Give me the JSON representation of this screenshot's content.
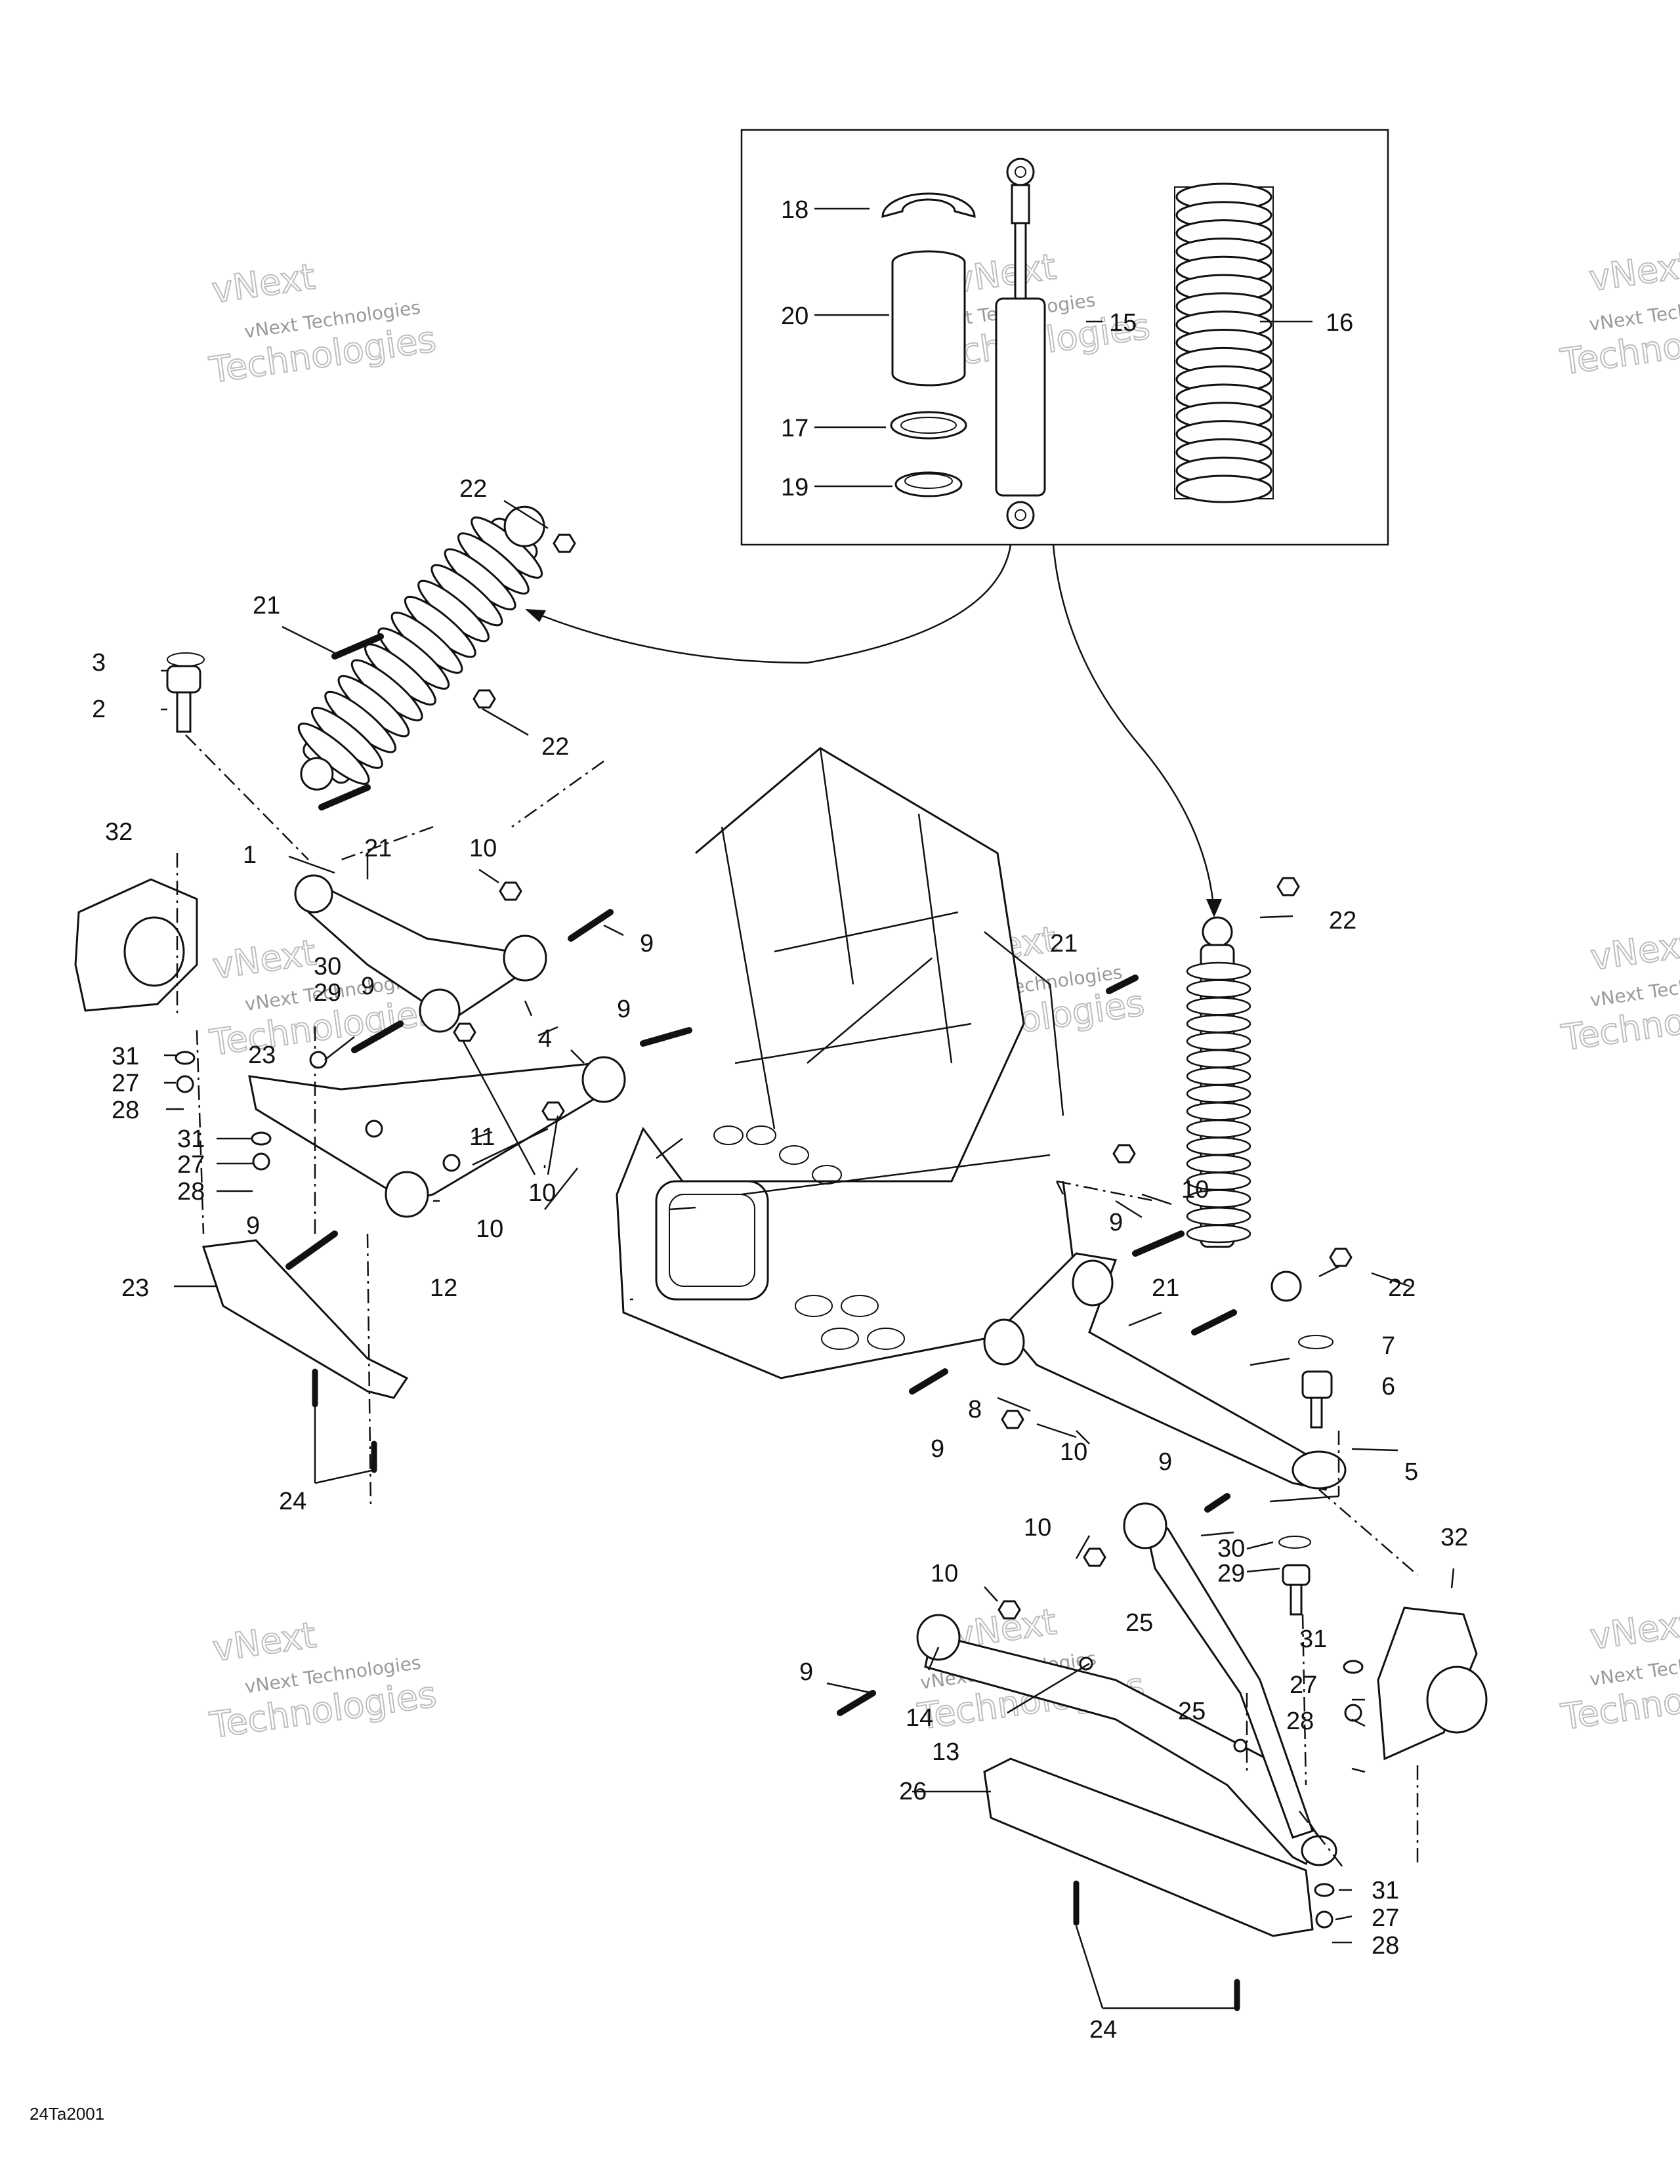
{
  "diagram_code": "24Ta2001",
  "watermark": {
    "line1": "vNext Technologies",
    "line2": "vNext",
    "line3": "Technologies"
  },
  "callouts": {
    "c1": "1",
    "c2": "2",
    "c3": "3",
    "c4": "4",
    "c5": "5",
    "c6": "6",
    "c7": "7",
    "c8": "8",
    "c9": "9",
    "c10": "10",
    "c11": "11",
    "c12": "12",
    "c13": "13",
    "c14": "14",
    "c15": "15",
    "c16": "16",
    "c17": "17",
    "c18": "18",
    "c19": "19",
    "c20": "20",
    "c21": "21",
    "c22": "22",
    "c23": "23",
    "c24": "24",
    "c25": "25",
    "c26": "26",
    "c27": "27",
    "c28": "28",
    "c29": "29",
    "c30": "30",
    "c31": "31",
    "c32": "32"
  }
}
